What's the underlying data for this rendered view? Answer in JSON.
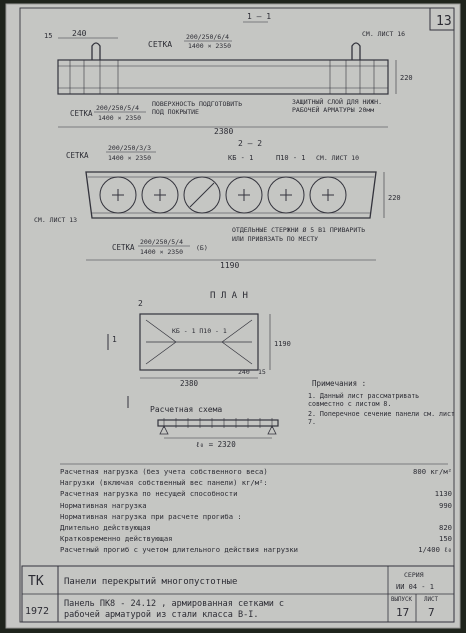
{
  "sheet": {
    "page_number": "13",
    "colors": {
      "paper": "#c7c7c4",
      "ink": "#2e2e36",
      "background": "#1f241c"
    }
  },
  "section1": {
    "section_mark": "1 – 1",
    "top_dim_left": "240",
    "top_dim_small": "15",
    "mesh_top_label": "СЕТКА",
    "mesh_top_spec": "200/250/6/4",
    "mesh_top_size": "1400 × 2350",
    "sheet_ref": "СМ. ЛИСТ 16",
    "height_dim": "220",
    "mesh_bottom_label": "СЕТКА",
    "mesh_bottom_spec": "200/250/5/4",
    "mesh_bottom_size": "1400 × 2350",
    "note_surface_1": "ПОВЕРХНОСТЬ ПОДГОТОВИТЬ",
    "note_surface_2": "ПОД ПОКРЫТИЕ",
    "note_cover_1": "ЗАЩИТНЫЙ СЛОЙ ДЛЯ НИЖН.",
    "note_cover_2": "РАБОЧЕЙ АРМАТУРЫ 20мм",
    "total_length": "2380"
  },
  "section2": {
    "section_mark": "2 – 2",
    "mesh_top_label": "СЕТКА",
    "mesh_top_spec": "200/250/3/3",
    "mesh_top_size": "1400 × 2350",
    "frame_label_1": "КБ - 1",
    "frame_label_2": "П10 - 1",
    "sheet_ref_right": "СМ. ЛИСТ 10",
    "sheet_ref_left": "СМ. ЛИСТ 13",
    "height_dim": "220",
    "mesh_bottom_label": "СЕТКА",
    "mesh_bottom_spec": "200/250/5/4",
    "mesh_bottom_size": "1400 × 2350",
    "mesh_bottom_note": "(Б)",
    "note_rods_1": "ОТДЕЛЬНЫЕ СТЕРЖНИ Ø 5 В1 ПРИВАРИТЬ",
    "note_rods_2": "ИЛИ ПРИВЯЗАТЬ ПО МЕСТУ",
    "width_dim": "1190"
  },
  "plan": {
    "title": "П Л А Н",
    "section_2_mark": "2",
    "section_1_mark": "1",
    "frame_labels": "КБ - 1  П10 - 1",
    "width_dim": "1190",
    "length_dim": "2380",
    "right_offset": "240",
    "right_small": "15"
  },
  "scheme": {
    "title": "Расчетная схема",
    "span": "ℓ₀ = 2320"
  },
  "notes": {
    "heading": "Примечания :",
    "items": [
      "1. Данный лист рассматривать совместно с листом 8.",
      "2. Поперечное сечение панели см. лист 7."
    ]
  },
  "loads": [
    {
      "label": "Расчетная нагрузка (без учета собственного веса)",
      "value": "800 кг/м²"
    },
    {
      "label": "Нагрузки (включая собственный вес панели) кг/м²:",
      "value": ""
    },
    {
      "label": "Расчетная нагрузка по несущей способности",
      "value": "1130"
    },
    {
      "label": "Нормативная нагрузка",
      "value": "990"
    },
    {
      "label": "Нормативная нагрузка при расчете прогиба :",
      "value": ""
    },
    {
      "label": "Длительно действующая",
      "value": "820"
    },
    {
      "label": "Кратковременно действующая",
      "value": "150"
    },
    {
      "label": "Расчетный прогиб с учетом длительного действия нагрузки",
      "value": "1/400 ℓ₀"
    }
  ],
  "titleblock": {
    "code": "ТК",
    "year": "1972",
    "series_header": "Панели перекрытий многопустотные",
    "series_label": "СЕРИЯ",
    "series_value": "ИИ 04 - 1",
    "description_1": "Панель  ПК8 - 24.12 , армированная сетками с",
    "description_2": "рабочей арматурой из стали класса В-I.",
    "issue_label": "ВЫПУСК",
    "issue_value": "17",
    "sheet_label": "ЛИСТ",
    "sheet_value": "7"
  }
}
